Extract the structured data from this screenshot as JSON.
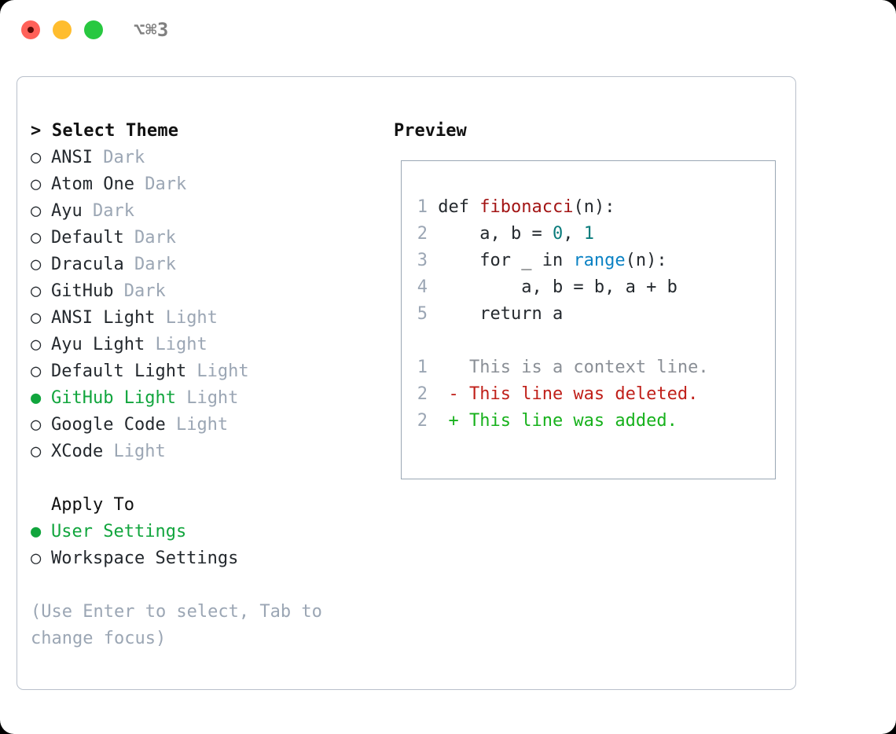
{
  "window": {
    "shortcut": "⌥⌘3",
    "traffic_lights": [
      {
        "name": "close",
        "color": "#ff6159"
      },
      {
        "name": "minimize",
        "color": "#ffbd2e"
      },
      {
        "name": "maximize",
        "color": "#28c840"
      }
    ]
  },
  "colors": {
    "accent_green": "#11a53d",
    "muted": "#9ba6b4",
    "text": "#24292e",
    "border": "#b9c0cb",
    "preview_border": "#9aa7b4",
    "syntax_function": "#a31515",
    "syntax_number": "#0b7c7c",
    "syntax_builtin": "#0b82c4",
    "diff_context": "#8a8f96",
    "diff_deleted": "#c0201a",
    "diff_added": "#17b11c"
  },
  "theme_picker": {
    "header": "> Select Theme",
    "bullet_unselected": "○",
    "bullet_selected": "●",
    "items": [
      {
        "name": "ANSI",
        "variant": "Dark",
        "selected": false
      },
      {
        "name": "Atom One",
        "variant": "Dark",
        "selected": false
      },
      {
        "name": "Ayu",
        "variant": "Dark",
        "selected": false
      },
      {
        "name": "Default",
        "variant": "Dark",
        "selected": false
      },
      {
        "name": "Dracula",
        "variant": "Dark",
        "selected": false
      },
      {
        "name": "GitHub",
        "variant": "Dark",
        "selected": false
      },
      {
        "name": "ANSI Light",
        "variant": "Light",
        "selected": false
      },
      {
        "name": "Ayu Light",
        "variant": "Light",
        "selected": false
      },
      {
        "name": "Default Light",
        "variant": "Light",
        "selected": false
      },
      {
        "name": "GitHub Light",
        "variant": "Light",
        "selected": true
      },
      {
        "name": "Google Code",
        "variant": "Light",
        "selected": false
      },
      {
        "name": "XCode",
        "variant": "Light",
        "selected": false
      }
    ]
  },
  "apply_to": {
    "header": "Apply To",
    "options": [
      {
        "name": "User Settings",
        "selected": true
      },
      {
        "name": "Workspace Settings",
        "selected": false
      }
    ]
  },
  "hint": "(Use Enter to select, Tab to change focus)",
  "preview": {
    "title": "Preview",
    "code_lines": [
      {
        "n": "1",
        "tokens": [
          {
            "t": "def ",
            "c": "code"
          },
          {
            "t": "fibonacci",
            "c": "tok-fn"
          },
          {
            "t": "(n):",
            "c": "code"
          }
        ]
      },
      {
        "n": "2",
        "tokens": [
          {
            "t": "    a, b = ",
            "c": "code"
          },
          {
            "t": "0",
            "c": "tok-num"
          },
          {
            "t": ", ",
            "c": "code"
          },
          {
            "t": "1",
            "c": "tok-num"
          }
        ]
      },
      {
        "n": "3",
        "tokens": [
          {
            "t": "    for _ in ",
            "c": "code"
          },
          {
            "t": "range",
            "c": "tok-bi"
          },
          {
            "t": "(n):",
            "c": "code"
          }
        ]
      },
      {
        "n": "4",
        "tokens": [
          {
            "t": "        a, b = b, a + b",
            "c": "code"
          }
        ]
      },
      {
        "n": "5",
        "tokens": [
          {
            "t": "    return a",
            "c": "code"
          }
        ]
      }
    ],
    "diff_lines": [
      {
        "n": "1",
        "marker": " ",
        "text": " This is a context line.",
        "kind": "d-ctx"
      },
      {
        "n": "2",
        "marker": "-",
        "text": " This line was deleted.",
        "kind": "d-del"
      },
      {
        "n": "2",
        "marker": "+",
        "text": " This line was added.",
        "kind": "d-add"
      }
    ]
  }
}
